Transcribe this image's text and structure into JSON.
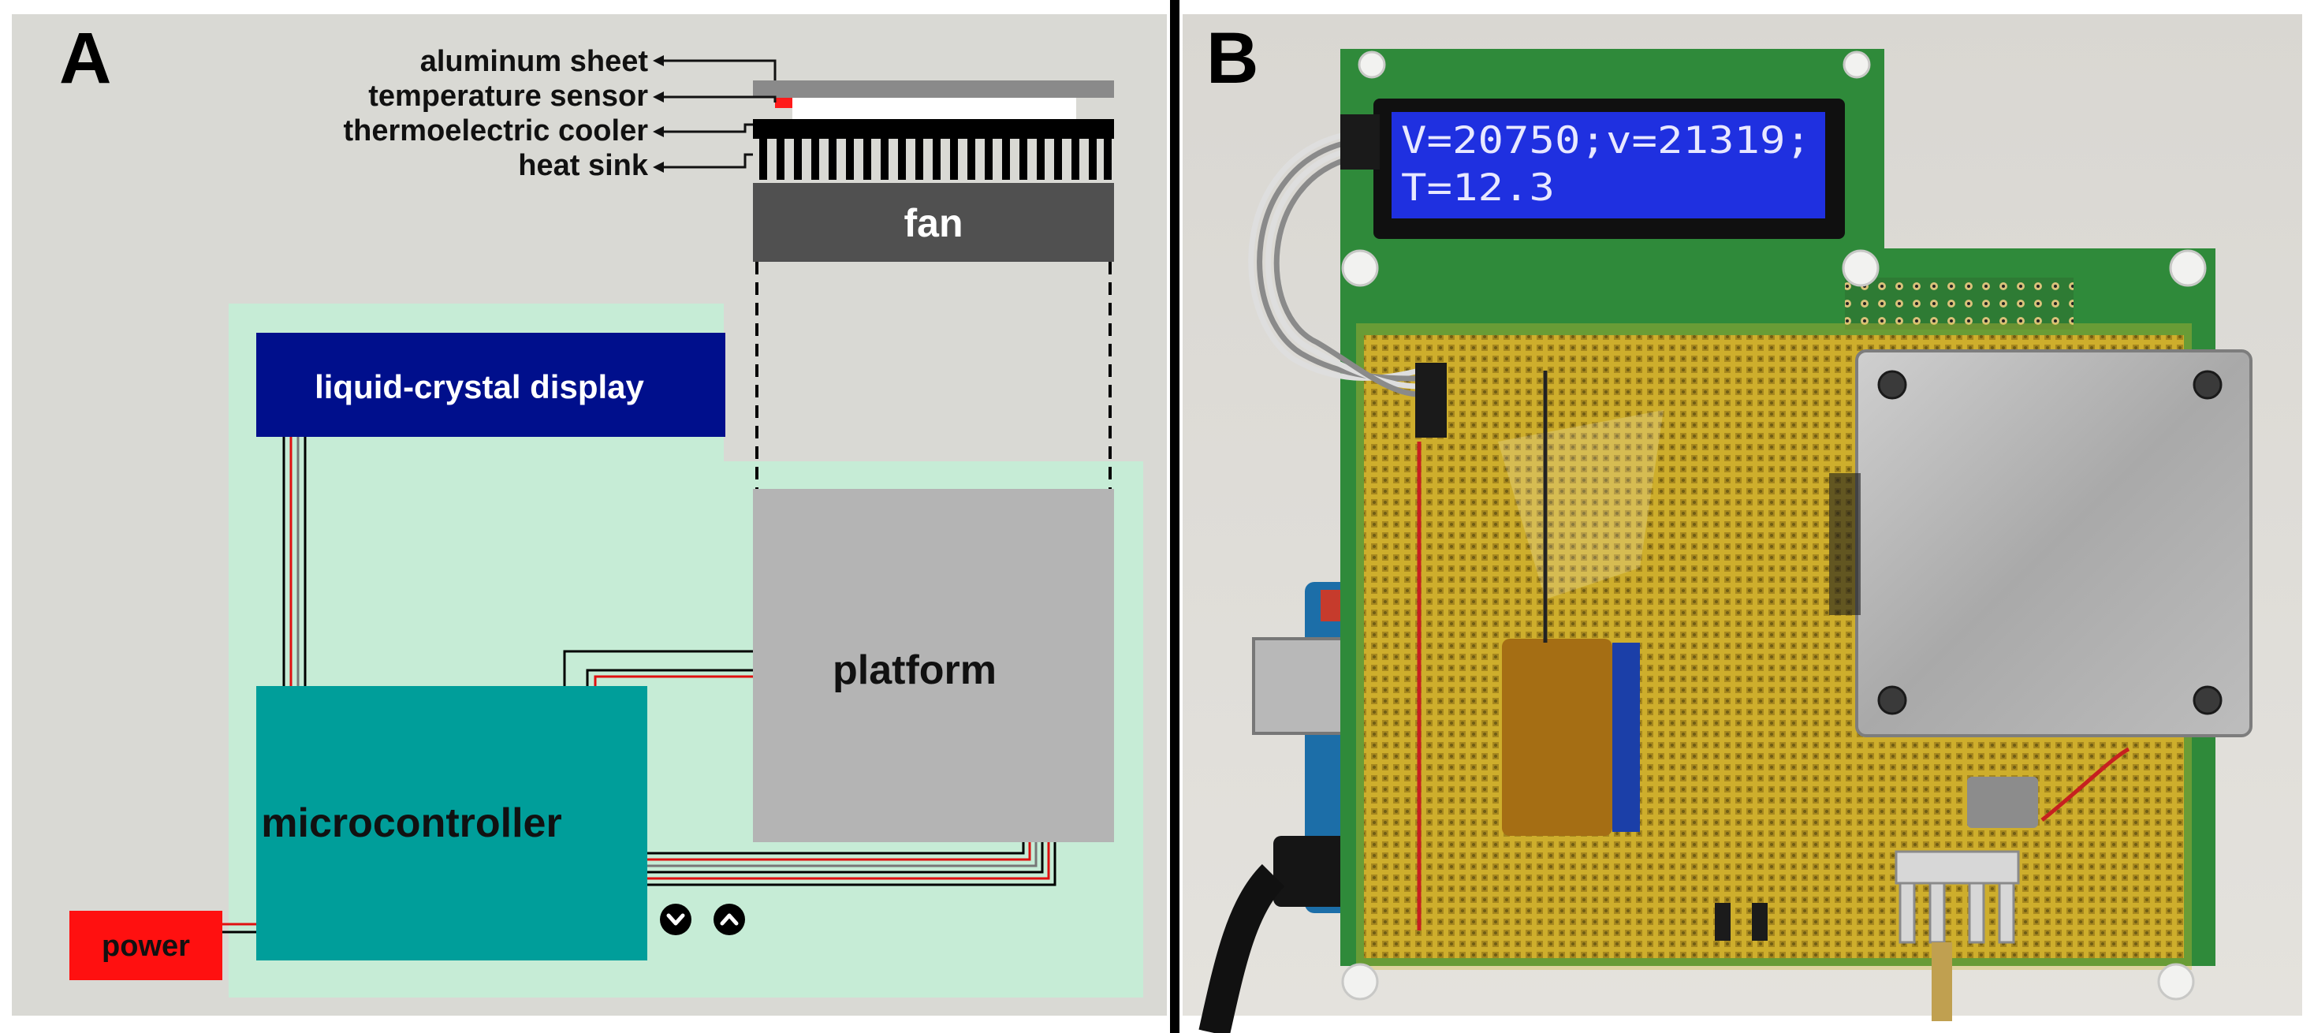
{
  "panel_a": {
    "letter": "A",
    "stack_labels": {
      "aluminum_sheet": "aluminum sheet",
      "temperature_sensor": "temperature sensor",
      "thermoelectric_cooler": "thermoelectric cooler",
      "heat_sink": "heat sink"
    },
    "fan": "fan",
    "lcd": "liquid-crystal display",
    "platform": "platform",
    "microcontroller": "microcontroller",
    "power": "power",
    "button_down": "down",
    "button_up": "up"
  },
  "panel_b": {
    "letter": "B",
    "lcd_line1": "V=20750;v=21319;",
    "lcd_line2": "T=12.3"
  },
  "colors": {
    "panel_bg": "#d9d9d4",
    "board_bg": "#c6ecd6",
    "lcd_block": "#000f8c",
    "microcontroller": "#009e9a",
    "platform": "#b4b4b4",
    "fan": "#505050",
    "power": "#ff1010",
    "wire_red": "#e01010",
    "kapton": "#c8b020",
    "pcb_green": "#2f8a3a",
    "lcd_screen": "#1f30e0"
  }
}
